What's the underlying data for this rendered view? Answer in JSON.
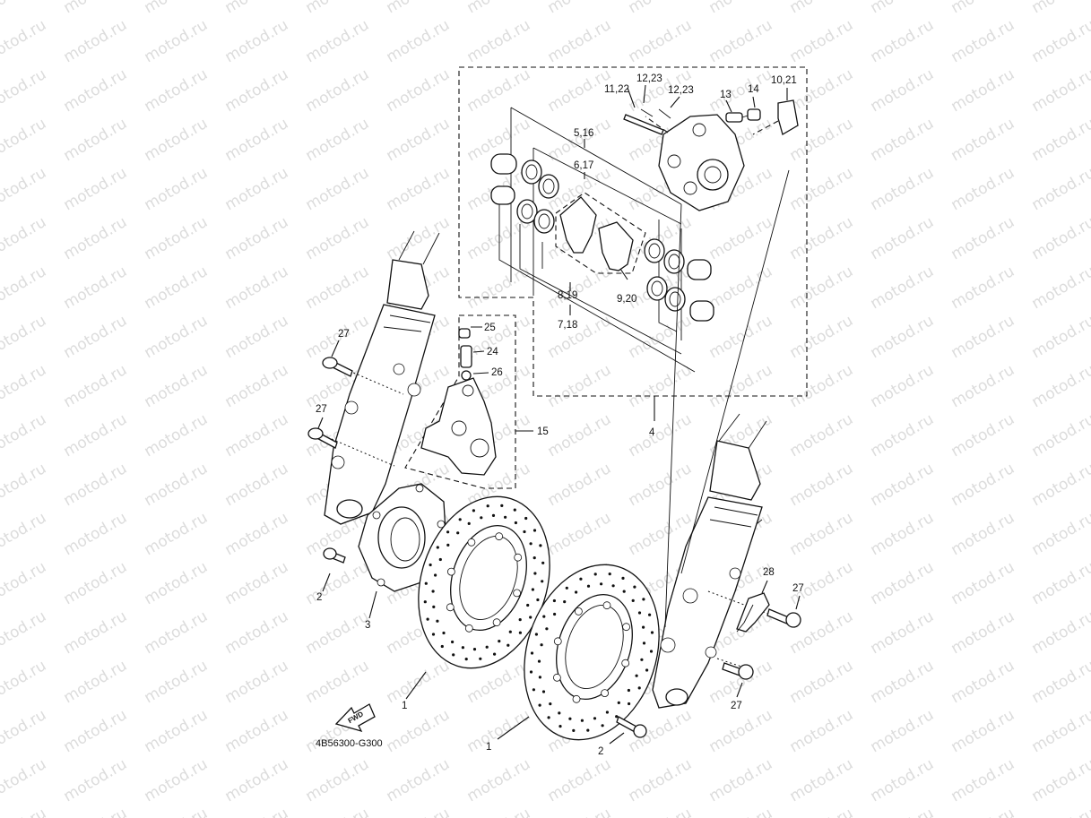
{
  "watermark": "motod.ru",
  "diagram_code": "4B56300-G300",
  "fwd_label": "FWD",
  "callouts": {
    "c1a": "1",
    "c1b": "1",
    "c2a": "2",
    "c2b": "2",
    "c3": "3",
    "c4": "4",
    "c5_16": "5,16",
    "c6_17": "6,17",
    "c7_18": "7,18",
    "c8_19": "8,19",
    "c9_20": "9,20",
    "c10_21": "10,21",
    "c11_22": "11,22",
    "c12_23a": "12,23",
    "c12_23b": "12,23",
    "c13": "13",
    "c14": "14",
    "c15": "15",
    "c24": "24",
    "c25": "25",
    "c26": "26",
    "c27a": "27",
    "c27b": "27",
    "c27c": "27",
    "c27d": "27",
    "c28": "28"
  }
}
